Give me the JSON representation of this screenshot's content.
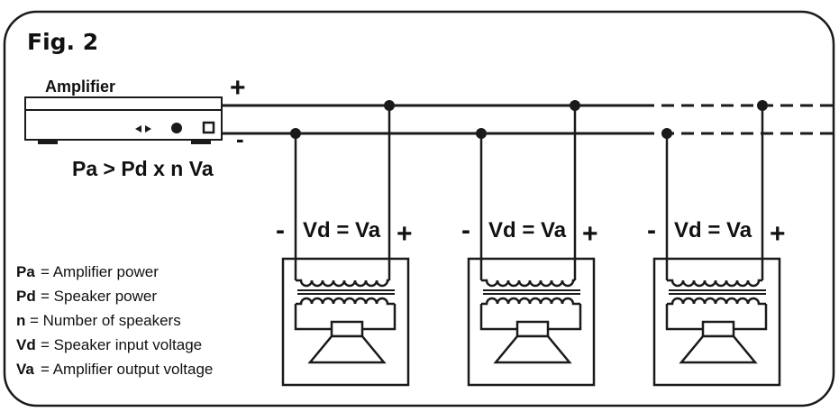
{
  "figure": {
    "title": "Fig. 2"
  },
  "amplifier": {
    "label": "Amplifier",
    "plus": "+",
    "minus": "-",
    "formula": "Pa > Pd x n Va"
  },
  "speakers": [
    {
      "minus": "-",
      "equation": "Vd = Va",
      "plus": "+"
    },
    {
      "minus": "-",
      "equation": "Vd = Va",
      "plus": "+"
    },
    {
      "minus": "-",
      "equation": "Vd = Va",
      "plus": "+"
    }
  ],
  "legend": [
    {
      "key": "Pa",
      "desc": "= Amplifier power"
    },
    {
      "key": "Pd",
      "desc": "= Speaker power"
    },
    {
      "key": "n",
      "desc": "= Number of speakers"
    },
    {
      "key": "Vd",
      "desc": "= Speaker input voltage"
    },
    {
      "key": "Va",
      "desc": "= Amplifier output voltage"
    }
  ]
}
